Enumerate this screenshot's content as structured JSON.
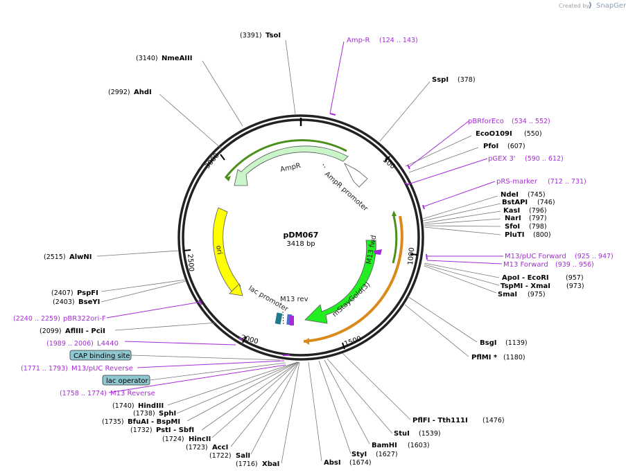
{
  "credit": {
    "prefix": "Created by",
    "brand": "SnapGene"
  },
  "plasmid": {
    "name": "pDM067",
    "size_label": "3418 bp",
    "length": 3418
  },
  "ticks": [
    "500",
    "1000",
    "1500",
    "2000",
    "2500",
    "3000"
  ],
  "features": [
    {
      "name": "AmpR",
      "label": "AmpR"
    },
    {
      "name": "AmpR promoter",
      "label": "AmpR promoter"
    },
    {
      "name": "ori",
      "label": "ori"
    },
    {
      "name": "lac promoter",
      "label": "lac promoter"
    },
    {
      "name": "M13 rev",
      "label": "M13 rev"
    },
    {
      "name": "M13 fwd",
      "label": "M13 fwd"
    },
    {
      "name": "mStayGold(3)",
      "label": "mStayGold(3)"
    }
  ],
  "enzymes": [
    {
      "name": "TsoI",
      "pos": "(3391)"
    },
    {
      "name": "NmeAIII",
      "pos": "(3140)"
    },
    {
      "name": "AhdI",
      "pos": "(2992)"
    },
    {
      "name": "SspI",
      "pos": "(378)"
    },
    {
      "name": "EcoO109I",
      "pos": "(550)"
    },
    {
      "name": "PfoI",
      "pos": "(607)"
    },
    {
      "name": "NdeI",
      "pos": "(745)"
    },
    {
      "name": "BstAPI",
      "pos": "(746)"
    },
    {
      "name": "KasI",
      "pos": "(796)"
    },
    {
      "name": "NarI",
      "pos": "(797)"
    },
    {
      "name": "SfoI",
      "pos": "(798)"
    },
    {
      "name": "PluTI",
      "pos": "(800)"
    },
    {
      "name": "ApoI - EcoRI",
      "pos": "(957)"
    },
    {
      "name": "TspMI - XmaI",
      "pos": "(973)"
    },
    {
      "name": "SmaI",
      "pos": "(975)"
    },
    {
      "name": "BsgI",
      "pos": "(1139)"
    },
    {
      "name": "PflMI *",
      "pos": "(1180)"
    },
    {
      "name": "PflFI - Tth111I",
      "pos": "(1476)"
    },
    {
      "name": "StuI",
      "pos": "(1539)"
    },
    {
      "name": "BamHI",
      "pos": "(1603)"
    },
    {
      "name": "StyI",
      "pos": "(1627)"
    },
    {
      "name": "AbsI",
      "pos": "(1674)"
    },
    {
      "name": "XbaI",
      "pos": "(1716)"
    },
    {
      "name": "SalI",
      "pos": "(1722)"
    },
    {
      "name": "AccI",
      "pos": "(1723)"
    },
    {
      "name": "HincII",
      "pos": "(1724)"
    },
    {
      "name": "PstI - SbfI",
      "pos": "(1732)"
    },
    {
      "name": "BfuAI - BspMI",
      "pos": "(1735)"
    },
    {
      "name": "SphI",
      "pos": "(1738)"
    },
    {
      "name": "HindIII",
      "pos": "(1740)"
    },
    {
      "name": "AlwNI",
      "pos": "(2515)"
    },
    {
      "name": "PspFI",
      "pos": "(2407)"
    },
    {
      "name": "BseYI",
      "pos": "(2403)"
    },
    {
      "name": "AflIII - PciI",
      "pos": "(2099)"
    }
  ],
  "primers": [
    {
      "name": "Amp-R",
      "range": "(124 .. 143)"
    },
    {
      "name": "pBRforEco",
      "range": "(534 .. 552)"
    },
    {
      "name": "pGEX 3'",
      "range": "(590 .. 612)"
    },
    {
      "name": "pRS-marker",
      "range": "(712 .. 731)"
    },
    {
      "name": "M13/pUC Forward",
      "range": "(925 .. 947)"
    },
    {
      "name": "M13 Forward",
      "range": "(939 .. 956)"
    },
    {
      "name": "pBR322ori-F",
      "range": "(2240 .. 2259)"
    },
    {
      "name": "L4440",
      "range": "(1989 .. 2006)"
    },
    {
      "name": "M13/pUC Reverse",
      "range": "(1771 .. 1793)"
    },
    {
      "name": "M13 Reverse",
      "range": "(1758 .. 1774)"
    }
  ],
  "boxed_features": [
    {
      "name": "CAP binding site"
    },
    {
      "name": "lac operator"
    }
  ],
  "colors": {
    "primer": "#a52bd6",
    "ampr_fill": "#c9f5c9",
    "ori_fill": "#ffff00",
    "mstaygold_fill": "#22ee22",
    "orange_arrow": "#d98a1a",
    "green_outline": "#4a8f1a"
  }
}
